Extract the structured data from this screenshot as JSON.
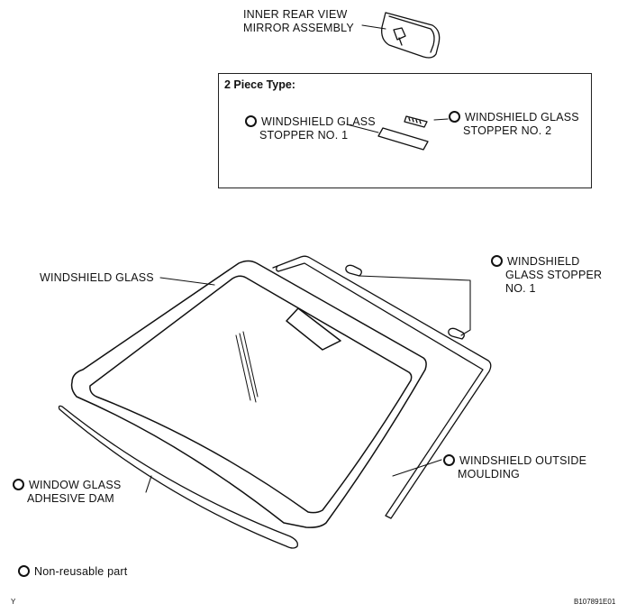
{
  "labels": {
    "mirror": [
      "INNER REAR VIEW",
      "MIRROR ASSEMBLY"
    ],
    "box_title": "2 Piece Type:",
    "stopper1_box": [
      "WINDSHIELD GLASS",
      "STOPPER NO. 1"
    ],
    "stopper2_box": [
      "WINDSHIELD GLASS",
      "STOPPER NO. 2"
    ],
    "windshield_glass": "WINDSHIELD GLASS",
    "stopper1_main": [
      "WINDSHIELD",
      "GLASS STOPPER",
      "NO. 1"
    ],
    "outside_moulding": [
      "WINDSHIELD OUTSIDE",
      "MOULDING"
    ],
    "adhesive_dam": [
      "WINDOW GLASS",
      "ADHESIVE DAM"
    ],
    "legend": "Non-reusable part",
    "figure_id": "B107891E01",
    "corner_mark": "Y"
  },
  "icons": {
    "non_reusable": "ring-icon"
  }
}
